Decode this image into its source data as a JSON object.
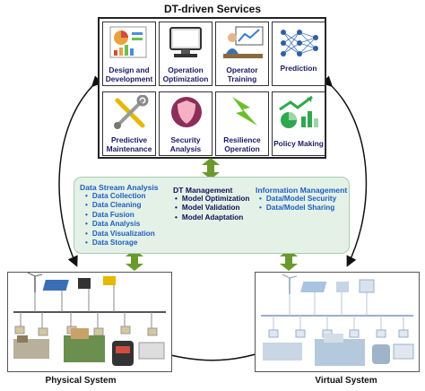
{
  "title": "DT-driven Services",
  "services": [
    {
      "line1": "Design and",
      "line2": "Development",
      "icon": "design-chart-icon"
    },
    {
      "line1": "Operation",
      "line2": "Optimization",
      "icon": "computer-icon"
    },
    {
      "line1": "Operator",
      "line2": "Training",
      "icon": "operator-icon"
    },
    {
      "line1": "Prediction",
      "line2": "",
      "icon": "neural-network-icon"
    },
    {
      "line1": "Predictive",
      "line2": "Maintenance",
      "icon": "tools-icon"
    },
    {
      "line1": "Security",
      "line2": "Analysis",
      "icon": "shield-icon"
    },
    {
      "line1": "Resilience",
      "line2": "Operation",
      "icon": "lightning-icon"
    },
    {
      "line1": "Policy Making",
      "line2": "",
      "icon": "growth-chart-icon"
    }
  ],
  "data_stream": {
    "title": "Data Stream Analysis",
    "items": [
      "Data Collection",
      "Data Cleaning",
      "Data Fusion",
      "Data Analysis",
      "Data Visualization",
      "Data Storage"
    ]
  },
  "dt_management": {
    "title": "DT Management",
    "items": [
      "Model Optimization",
      "Model Validation",
      "Model Adaptation"
    ]
  },
  "info_management": {
    "title": "Information Management",
    "items": [
      "Data/Model Security",
      "Data/Model Sharing"
    ]
  },
  "physical": {
    "label": "Physical System"
  },
  "virtual": {
    "label": "Virtual System"
  },
  "colors": {
    "arrow_green": "#6a9a2e",
    "panel_bg": "#e3f1e7",
    "blue_text": "#1f5fbf",
    "navy_text": "#111155"
  }
}
